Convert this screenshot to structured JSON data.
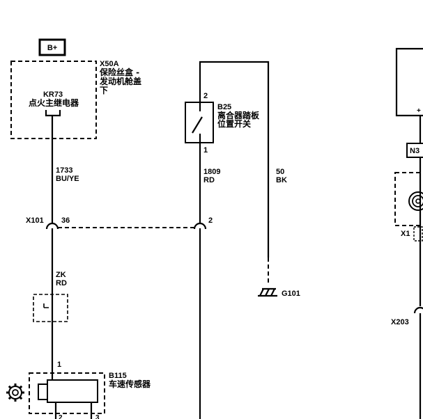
{
  "power": {
    "label": "B+"
  },
  "fuse_box": {
    "id": "X50A",
    "name_lines": [
      "保险丝盒 -",
      "发动机舱盖",
      "下"
    ]
  },
  "relay": {
    "id": "KR73",
    "name": "点火主继电器"
  },
  "wire_1733": {
    "number": "1733",
    "color": "BU/YE"
  },
  "wire_1809": {
    "number": "1809",
    "color": "RD"
  },
  "wire_50": {
    "number": "50",
    "color": "BK"
  },
  "switch_b25": {
    "id": "B25",
    "name_lines": [
      "离合器踏板",
      "位置开关"
    ],
    "pin_top": "2",
    "pin_bottom": "1"
  },
  "connector_x101": {
    "id": "X101",
    "pin_left": "36",
    "pin_right": "2"
  },
  "splice": {
    "id": "ZK",
    "color": "RD"
  },
  "ground": {
    "id": "G101"
  },
  "sensor_b115": {
    "id": "B115",
    "name": "车速传感器",
    "pin_top": "1",
    "pin_bottom_left": "2",
    "pin_bottom_right": "3"
  },
  "right_side": {
    "module_pin": "+",
    "connector_n3": "N3",
    "connector_x1": "X1",
    "connector_x203": "X203"
  }
}
